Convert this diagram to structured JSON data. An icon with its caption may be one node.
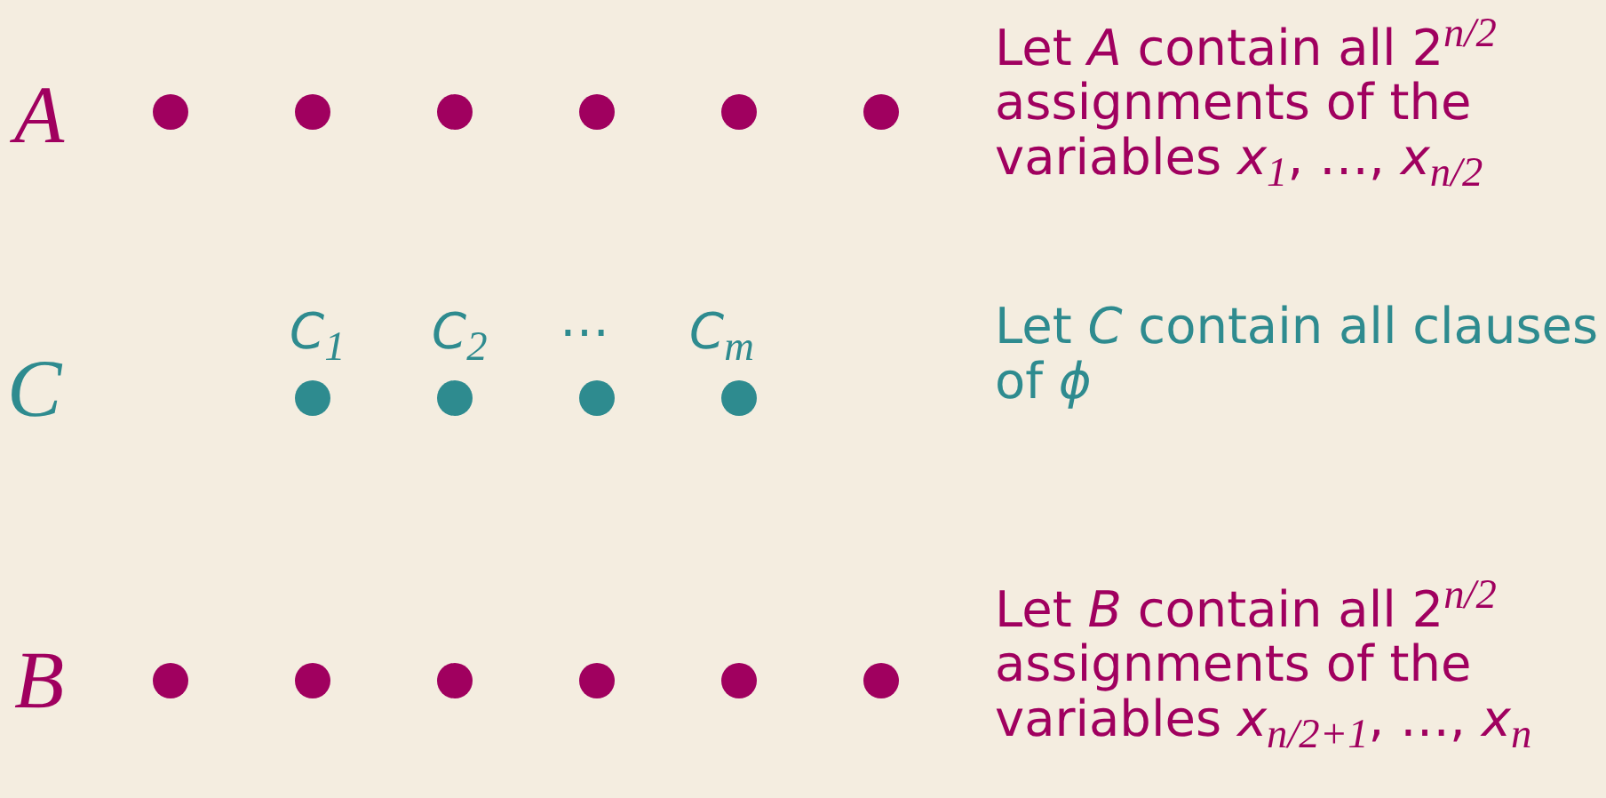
{
  "diagram": {
    "labels": [
      "A",
      "Let *A* contain all 2$^{n/2}$ assignments of the variables *x*$_{1}$, …, *x*$_{n/2}$",
      "C",
      "*C*$_{1}$",
      "*C*$_{2}$",
      "⋯",
      "*C*$_{m}$",
      "Let *C* contain all clauses of *ϕ*",
      "B",
      "Let *B* contain all 2$^{n/2}$ assignments of the variables *x*$_{n/2+1}$, …, *x*$_{n}$"
    ]
  }
}
